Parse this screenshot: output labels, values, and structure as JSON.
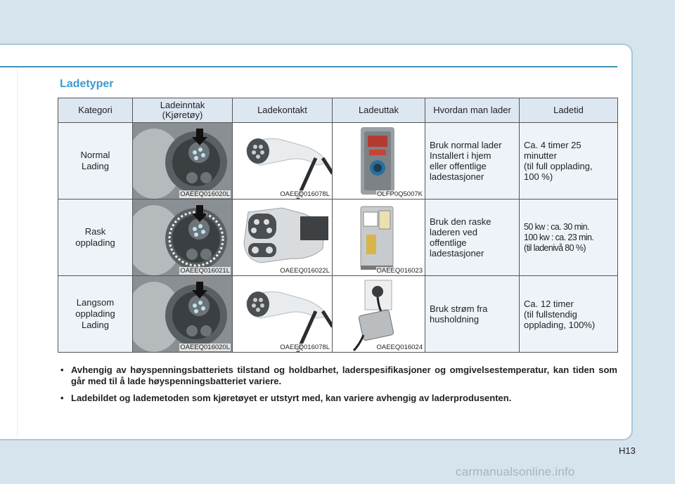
{
  "title": "Ladetyper",
  "table": {
    "headers": [
      "Kategori",
      "Ladeinntak (Kjøretøy)",
      "Ladekontakt",
      "Ladeuttak",
      "Hvordan man lader",
      "Ladetid"
    ],
    "header_inlet_line1": "Ladeinntak",
    "header_inlet_line2": "(Kjøretøy)",
    "rows": [
      {
        "category_lines": [
          "Normal",
          "Lading"
        ],
        "inlet_code": "OAEEQ016020L",
        "connector_code": "OAEEQ016078L",
        "outlet_code": "OLFP0Q5007K",
        "how_lines": [
          "Bruk normal lader",
          "Installert i hjem",
          "eller offentlige",
          "ladestasjoner"
        ],
        "time_lines": [
          "Ca. 4 timer 25",
          "minutter",
          "(til full opplading,",
          "100 %)"
        ]
      },
      {
        "category_lines": [
          "Rask",
          "opplading"
        ],
        "inlet_code": "OAEEQ016021L",
        "connector_code": "OAEEQ016022L",
        "outlet_code": "OAEEQ016023",
        "how_lines": [
          "Bruk den raske",
          "laderen ved",
          "offentlige",
          "ladestasjoner"
        ],
        "time_lines": [
          "50 kw : ca. 30 min.",
          "100 kw : ca. 23 min.",
          "(til ladenivå 80 %)"
        ]
      },
      {
        "category_lines": [
          "Langsom",
          "opplading",
          "Lading"
        ],
        "inlet_code": "OAEEQ016020L",
        "connector_code": "OAEEQ016078L",
        "outlet_code": "OAEEQ016024",
        "how_lines": [
          "Bruk strøm fra",
          "husholdning"
        ],
        "time_lines": [
          "Ca. 12 timer",
          "(til fullstendig",
          "opplading, 100%)"
        ]
      }
    ]
  },
  "notes": [
    "Avhengig av høyspenningsbatteriets tilstand og holdbarhet, laderspesifikasjoner og omgivelsestemperatur, kan tiden som går med til å lade høyspenningsbatteriet variere.",
    "Ladebildet og lademetoden som kjøretøyet er utstyrt med, kan variere avhengig av laderprodusenten."
  ],
  "page_number": "H13",
  "watermark": "carmanualsonline.info",
  "colors": {
    "title": "#3a9bd0",
    "header_bg": "#dde7f1",
    "cell_bg": "#eef3f9",
    "page_bg": "#d6e4ee"
  }
}
